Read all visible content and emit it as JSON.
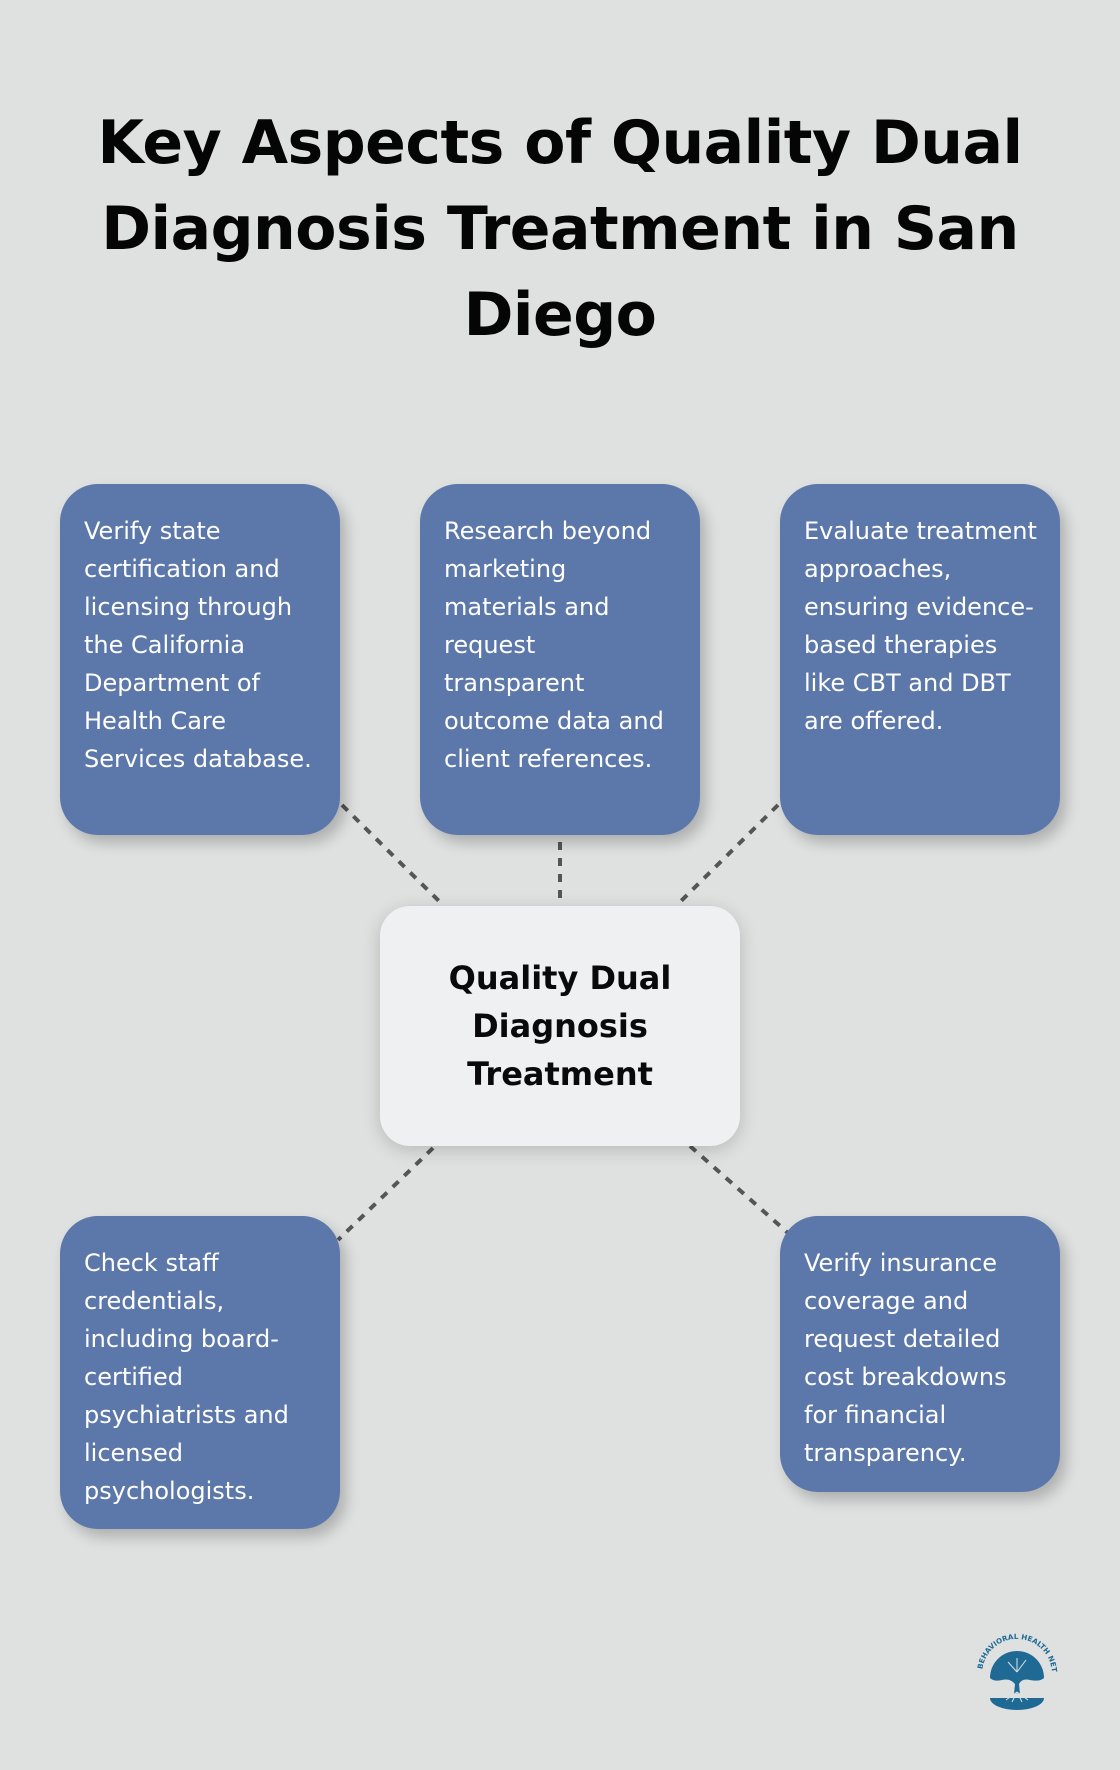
{
  "title": "Key Aspects of Quality Dual Diagnosis Treatment in San Diego",
  "center": {
    "label": "Quality Dual Diagnosis Treatment"
  },
  "cards": [
    {
      "text": "Verify state certification and licensing through the California Department of Health Care Services database."
    },
    {
      "text": "Research beyond marketing materials and request transparent outcome data and client references."
    },
    {
      "text": "Evaluate treatment approaches, ensuring evidence-based therapies like CBT and DBT are offered."
    },
    {
      "text": "Check staff credentials, including board-certified psychiatrists and licensed psychologists."
    },
    {
      "text": "Verify insurance coverage and request detailed cost breakdowns for financial transparency."
    }
  ],
  "logo": {
    "text": "AMITY BEHAVIORAL HEALTH NETWORK",
    "icon": "tree-logo-icon"
  },
  "colors": {
    "background": "#dfe1e0",
    "card": "#5c77a9",
    "center_box": "#eff0f2",
    "connector": "#555555",
    "logo": "#1f6a95"
  }
}
